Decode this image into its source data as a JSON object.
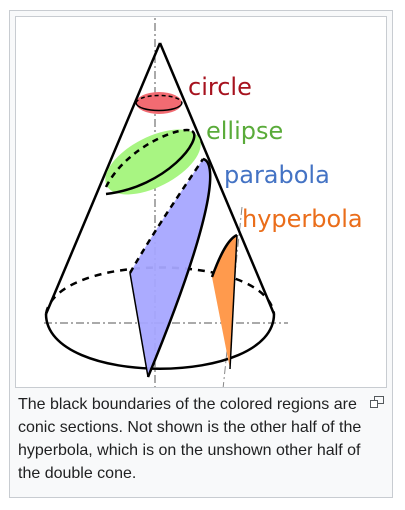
{
  "labels": {
    "circle": "circle",
    "ellipse": "ellipse",
    "parabola": "parabola",
    "hyperbola": "hyperbola"
  },
  "colors": {
    "circle": "#f26b72",
    "ellipse": "#a8f582",
    "parabola": "#a6a6ff",
    "hyperbola": "#ff9a4d",
    "circle_text": "#a6121e",
    "ellipse_text": "#5aab3a",
    "parabola_text": "#4473c4",
    "hyperbola_text": "#ea6d1a"
  },
  "caption": "The black boundaries of the colored regions are conic sections. Not shown is the other half of the hyperbola, which is on the unshown other half of the double cone.",
  "icons": {
    "enlarge": "magnify-icon"
  }
}
